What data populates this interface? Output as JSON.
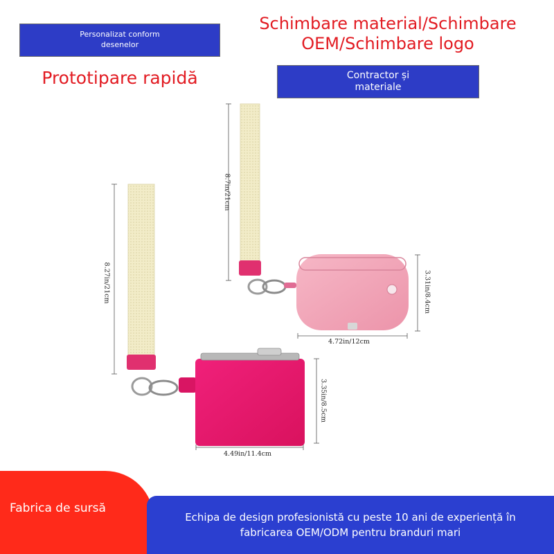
{
  "badges": {
    "custom_design": "Personalizat conform desenelor",
    "contractor": "Contractor și materiale"
  },
  "headlines": {
    "material_change": "Schimbare material/Schimbare OEM/Schimbare logo",
    "rapid_prototyping": "Prototipare rapidă"
  },
  "dimensions": {
    "pink_strap": "8.7in/21cm",
    "pink_height": "3.31in/8.4cm",
    "pink_width": "4.72in/12cm",
    "magenta_strap": "8.27in/21cm",
    "magenta_height": "3.35in/8.5cm",
    "magenta_width": "4.49in/11.4cm"
  },
  "footer": {
    "source_factory": "Fabrica de sursă",
    "team_text": "Echipa de design profesionistă cu peste 10 ani de experiență în fabricarea OEM/ODM pentru branduri mari"
  },
  "colors": {
    "badge_blue": "#2d3cc6",
    "headline_red": "#e21b22",
    "footer_red": "#ff2a1a",
    "footer_blue": "#2b3fd0",
    "strap_cream": "#f2ecc8",
    "pouch_pink": "#f0a2b4",
    "pouch_magenta": "#e6186a"
  }
}
